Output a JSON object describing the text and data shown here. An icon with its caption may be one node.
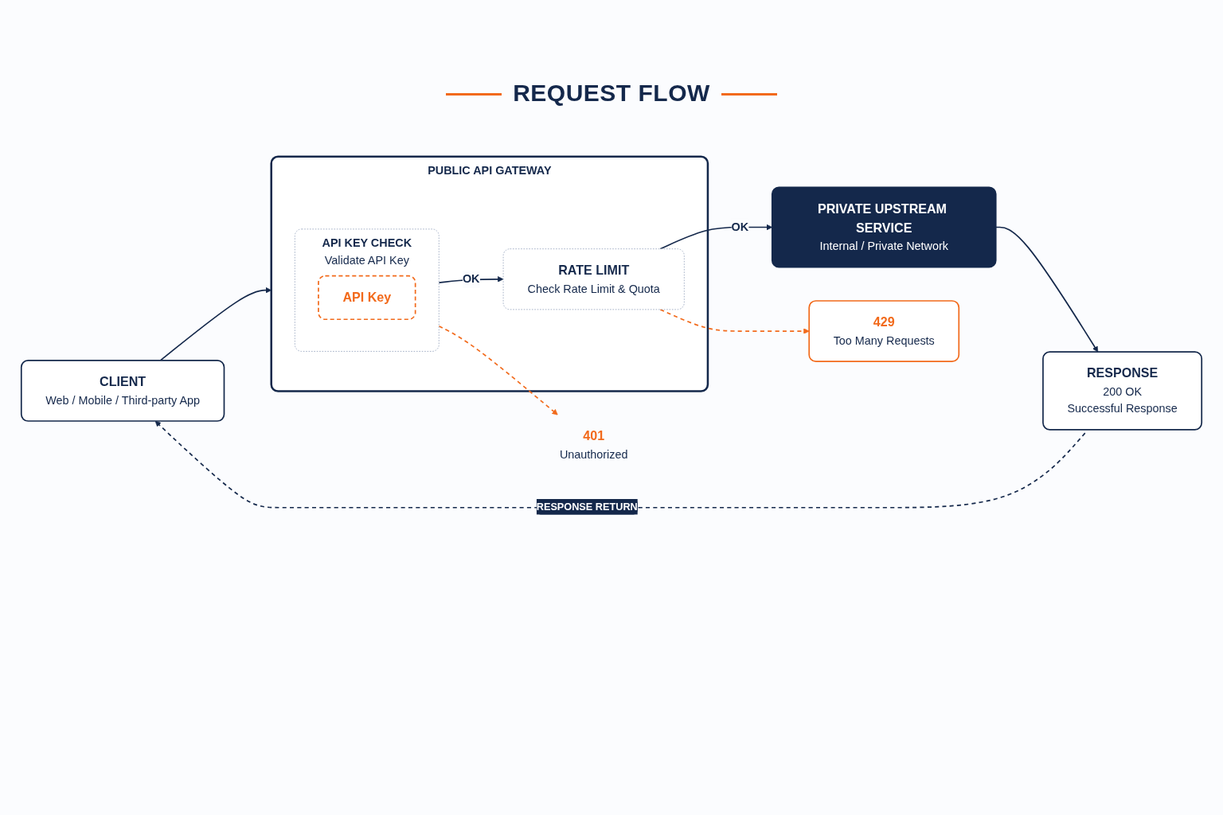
{
  "diagram": {
    "title": "REQUEST FLOW",
    "nodes": [
      {
        "text": [
          "CLIENT",
          "Web / Mobile / Third-party App"
        ]
      },
      {
        "text": [
          "PUBLIC API GATEWAY"
        ]
      },
      {
        "text": [
          "API KEY CHECK",
          "Validate API Key"
        ],
        "in": 1
      },
      {
        "text": [
          "API Key"
        ],
        "in": 2
      },
      {
        "text": [
          "RATE LIMIT",
          "Check Rate Limit & Quota"
        ],
        "in": 1
      },
      {
        "text": [
          "PRIVATE UPSTREAM SERVICE",
          "Internal / Private Network"
        ]
      },
      {
        "text": [
          "RESPONSE",
          "200 OK",
          "Successful Response"
        ]
      },
      {
        "text": [
          "401",
          "Unauthorized"
        ]
      },
      {
        "text": [
          "429",
          "Too Many Requests"
        ]
      }
    ],
    "edges": [
      {
        "from": 0,
        "to": 1,
        "arrow": "to"
      },
      {
        "from": 2,
        "to": 4,
        "arrow": "to",
        "label": "OK"
      },
      {
        "from": 4,
        "to": 5,
        "arrow": "to",
        "label": "OK"
      },
      {
        "from": 5,
        "to": 6,
        "arrow": "to"
      },
      {
        "from": 2,
        "to": 7,
        "arrow": "to",
        "style": "dashed",
        "color": "#f26a1b"
      },
      {
        "from": 4,
        "to": 8,
        "arrow": "to",
        "style": "dashed",
        "color": "#f26a1b"
      },
      {
        "from": 6,
        "to": 0,
        "arrow": "to",
        "style": "dashed",
        "label": "RESPONSE RETURN"
      }
    ]
  }
}
